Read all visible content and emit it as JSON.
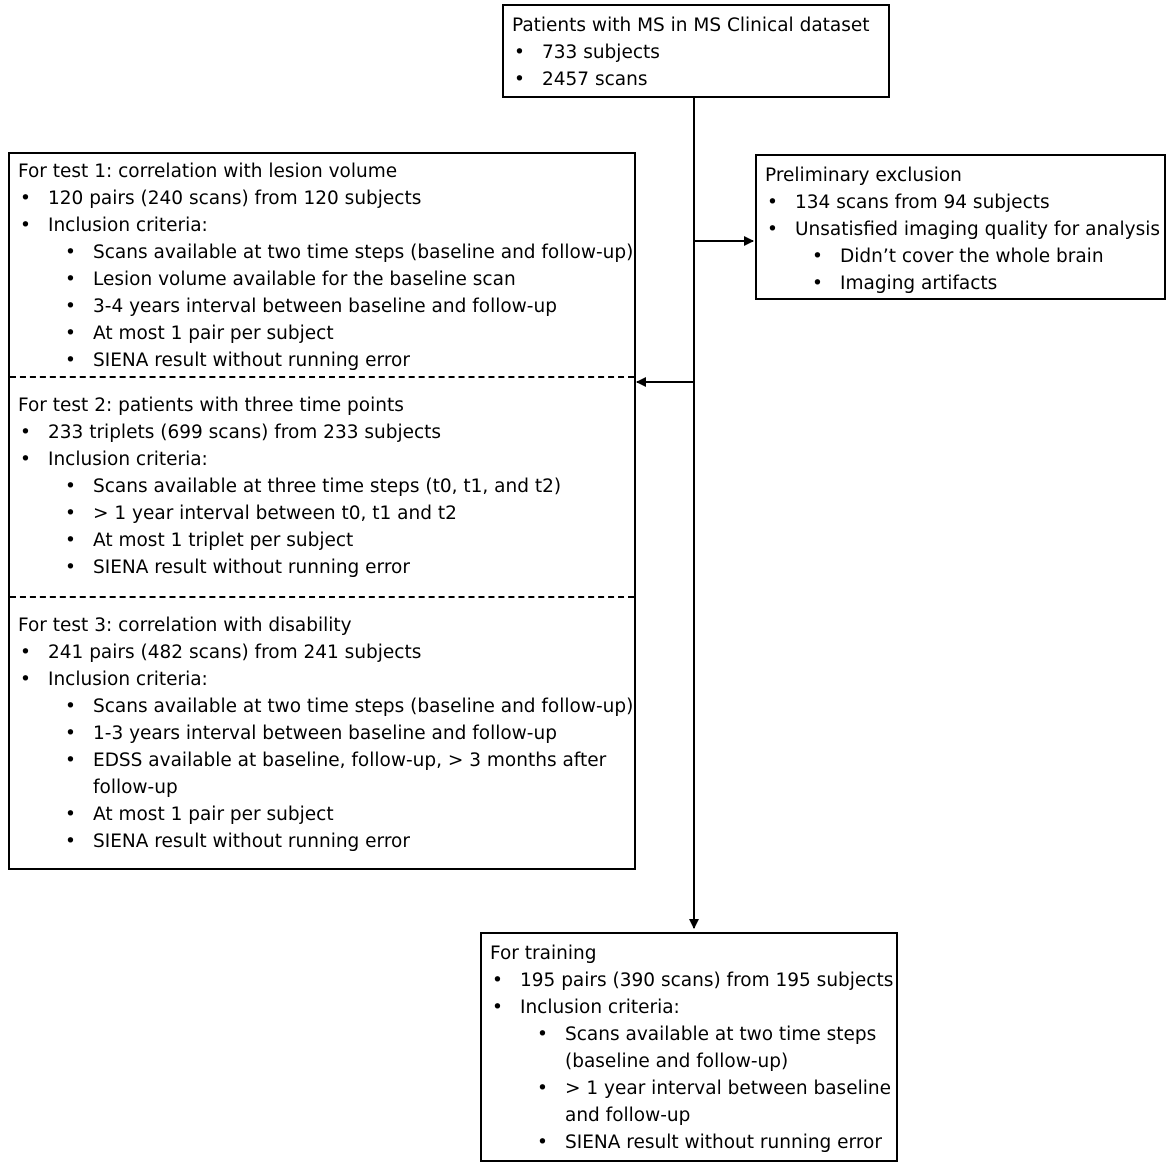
{
  "top": {
    "title": "Patients with MS in MS Clinical dataset",
    "items": [
      "733 subjects",
      "2457 scans"
    ]
  },
  "exclusion": {
    "title": "Preliminary exclusion",
    "items": [
      "134 scans from 94 subjects",
      "Unsatisfied imaging quality for analysis"
    ],
    "subitems": [
      "Didn’t cover the whole brain",
      "Imaging artifacts"
    ]
  },
  "test1": {
    "title": "For test 1: correlation with lesion volume",
    "summary": "120 pairs (240 scans) from 120 subjects",
    "criteria_label": "Inclusion criteria:",
    "criteria": [
      "Scans available at two time steps (baseline and follow-up)",
      "Lesion volume available for the baseline scan",
      "3-4 years interval between baseline and follow-up",
      "At most 1 pair per subject",
      "SIENA result without running error"
    ]
  },
  "test2": {
    "title": "For test 2: patients with three time points",
    "summary": "233 triplets (699 scans) from 233 subjects",
    "criteria_label": "Inclusion criteria:",
    "criteria": [
      "Scans available at three time steps (t0, t1, and t2)",
      "> 1 year interval between t0, t1 and t2",
      "At most 1 triplet per subject",
      "SIENA result without running error"
    ]
  },
  "test3": {
    "title": "For test 3: correlation with disability",
    "summary": "241 pairs (482 scans) from 241 subjects",
    "criteria_label": "Inclusion criteria:",
    "criteria": [
      "Scans available at two time steps (baseline and follow-up)",
      "1-3 years interval between baseline and follow-up",
      "EDSS available at baseline, follow-up, > 3 months after",
      "At most 1 pair per subject",
      "SIENA result without running error"
    ],
    "criteria_continuation": "follow-up"
  },
  "training": {
    "title": "For training",
    "summary": "195 pairs (390 scans) from 195 subjects",
    "criteria_label": "Inclusion criteria:",
    "criteria": [
      "Scans available at two time steps",
      "> 1 year interval between baseline",
      "SIENA result without running error"
    ],
    "continuations": [
      "(baseline and follow-up)",
      "and follow-up"
    ]
  }
}
